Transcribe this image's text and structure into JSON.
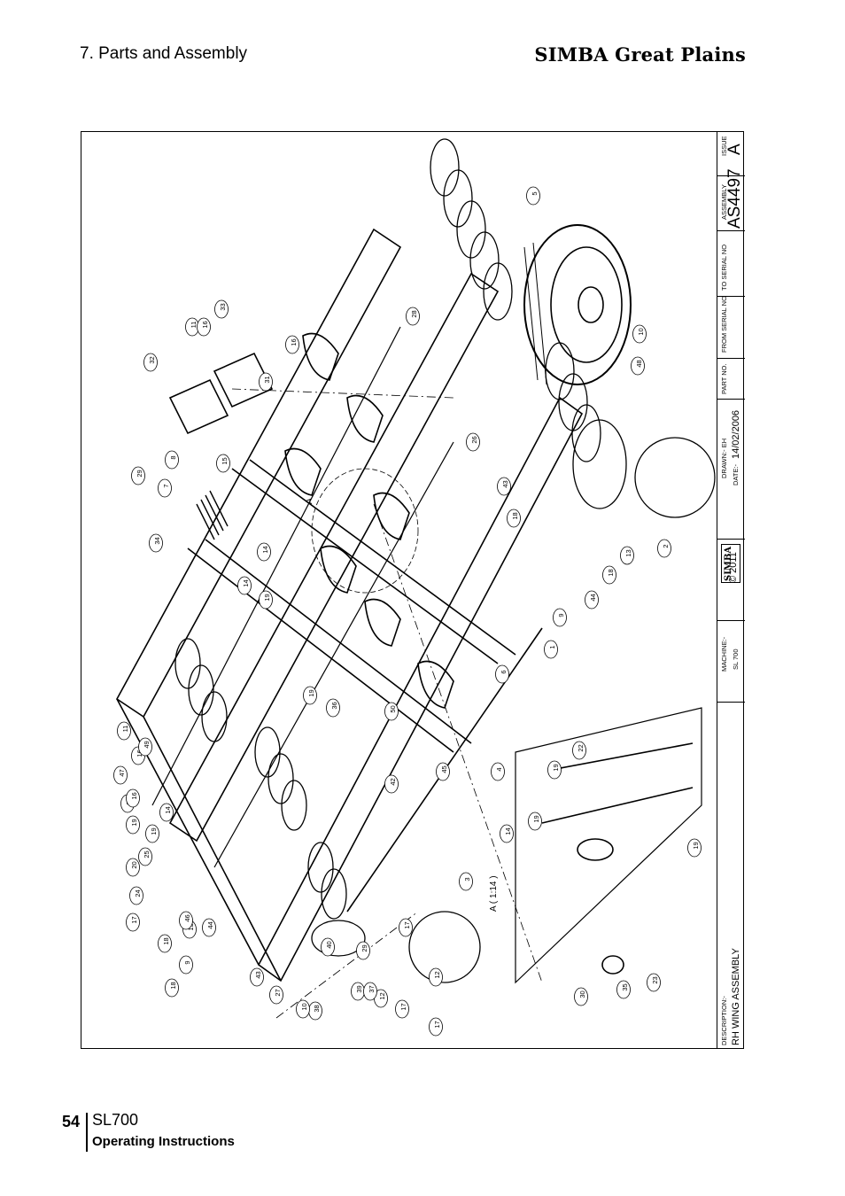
{
  "header": {
    "section_title": "7. Parts and Assembly",
    "brand": "SIMBA Great Plains"
  },
  "title_block": {
    "issue_label": "ISSUE",
    "issue_value": "A",
    "assembly_label": "ASSEMBLY",
    "assembly_value": "AS4497",
    "to_serial_label": "TO SERIAL NO",
    "from_serial_label": "FROM SERIAL NO",
    "part_no_label": "PART NO.",
    "drawn_label": "DRAWN:- EH",
    "date_label": "DATE:-",
    "date_value": "14/02/2006",
    "copyright": "© 2011",
    "logo_text": "SIMBA",
    "machine_label": "MACHINE:-",
    "machine_value": "SL 700",
    "description_label": "DESCRIPTION:-",
    "description_value": "RH WING ASSEMBLY"
  },
  "drawing": {
    "detail_label": "A ( 1:14 )",
    "section_marker": "A",
    "callouts": [
      "5",
      "10",
      "48",
      "2",
      "13",
      "18",
      "44",
      "9",
      "1",
      "6",
      "4",
      "45",
      "50",
      "43",
      "18",
      "26",
      "28",
      "33",
      "16",
      "31",
      "11",
      "16",
      "32",
      "8",
      "15",
      "29",
      "7",
      "34",
      "14",
      "14",
      "19",
      "19",
      "36",
      "42",
      "22",
      "19",
      "19",
      "14",
      "19",
      "3",
      "12",
      "17",
      "29",
      "40",
      "39",
      "12",
      "17",
      "41",
      "38",
      "37",
      "17",
      "10",
      "27",
      "43",
      "18",
      "9",
      "44",
      "13",
      "18",
      "46",
      "17",
      "24",
      "20",
      "25",
      "19",
      "14",
      "19",
      "21",
      "16",
      "47",
      "16",
      "11",
      "49",
      "23",
      "30",
      "35"
    ]
  },
  "footer": {
    "page_number": "54",
    "model": "SL700",
    "subtitle": "Operating Instructions"
  }
}
